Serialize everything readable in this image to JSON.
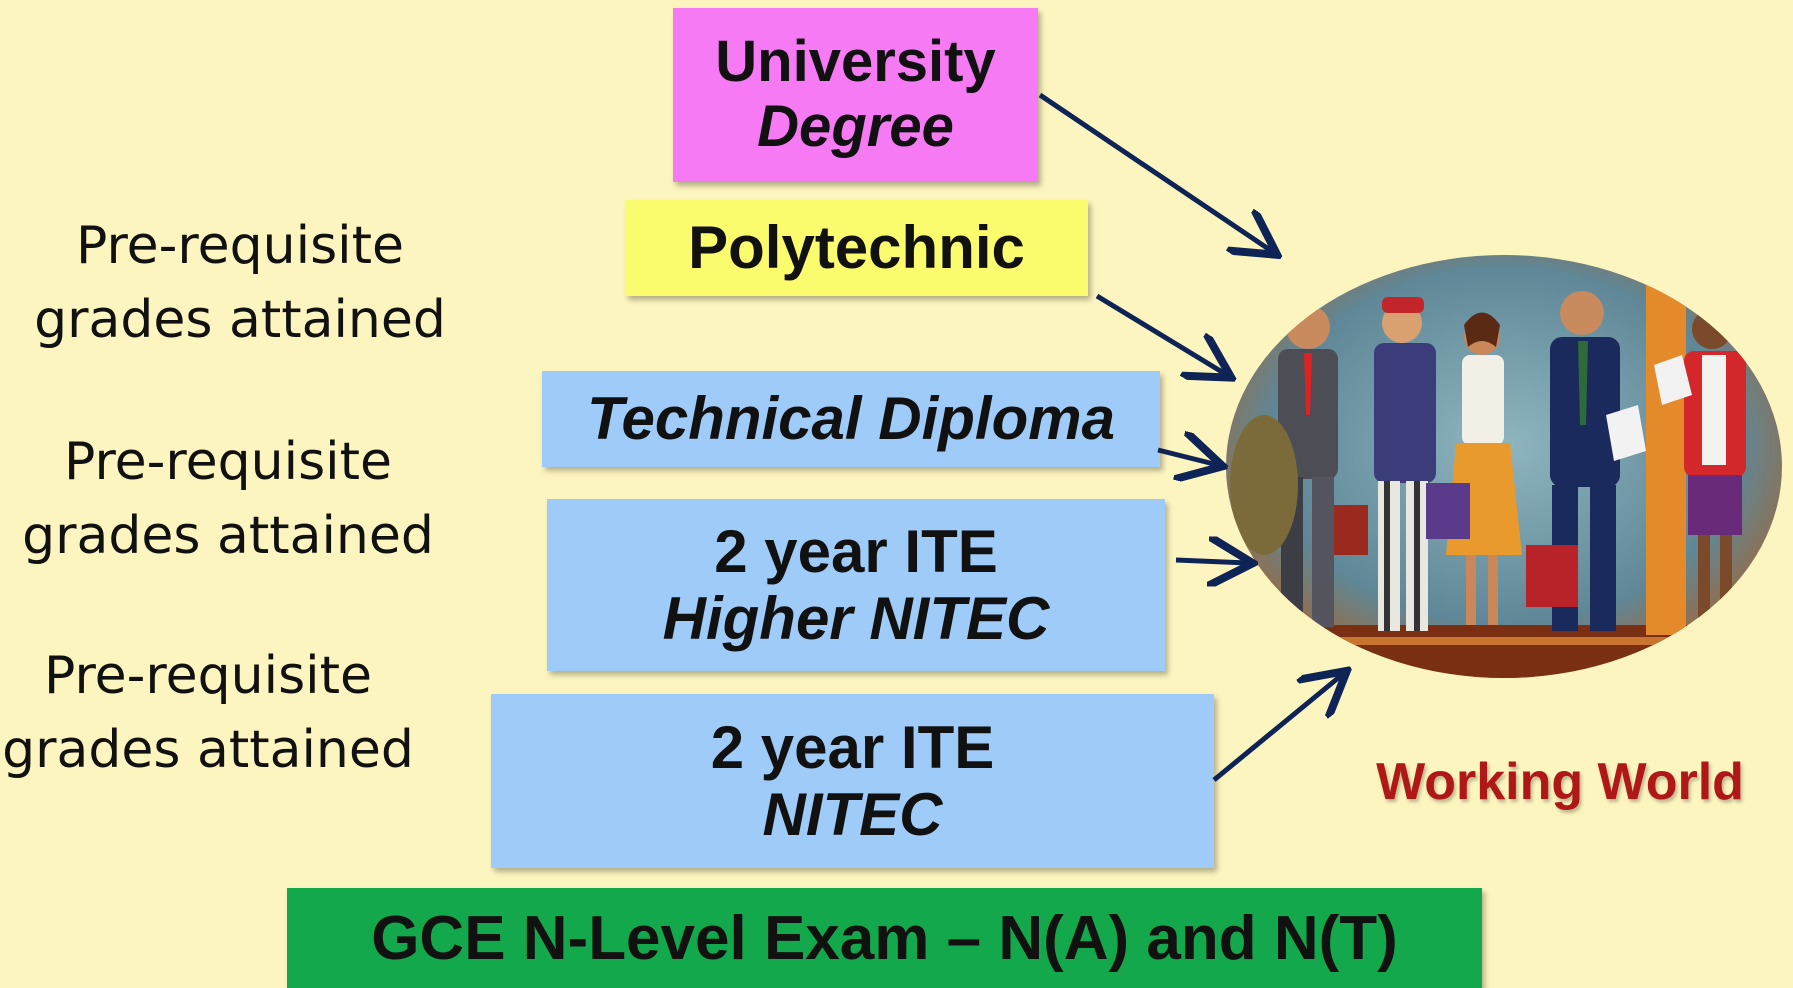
{
  "boxes": {
    "university": {
      "line1": "University",
      "line2": "Degree",
      "color": "#f77af5"
    },
    "polytechnic": {
      "label": "Polytechnic",
      "color": "#fbfb6e"
    },
    "technical_diploma": {
      "label": "Technical Diploma",
      "color": "#9fcbf8"
    },
    "higher_nitec": {
      "line1": "2 year ITE",
      "line2": "Higher NITEC",
      "color": "#9fcbf8"
    },
    "nitec": {
      "line1": "2 year ITE",
      "line2": "NITEC",
      "color": "#9fcbf8"
    },
    "gce": {
      "label": "GCE N-Level Exam – N(A) and N(T)",
      "color": "#12a84b"
    }
  },
  "prerequisites": [
    {
      "line1": "Pre-requisite",
      "line2": "grades attained"
    },
    {
      "line1": "Pre-requisite",
      "line2": "grades attained"
    },
    {
      "line1": "Pre-requisite",
      "line2": "grades attained"
    }
  ],
  "destination": {
    "label": "Working World",
    "image": "working-world-illustration",
    "color": "#b01818"
  },
  "arrow_color": "#0e2456",
  "background": "#fdf5bf"
}
